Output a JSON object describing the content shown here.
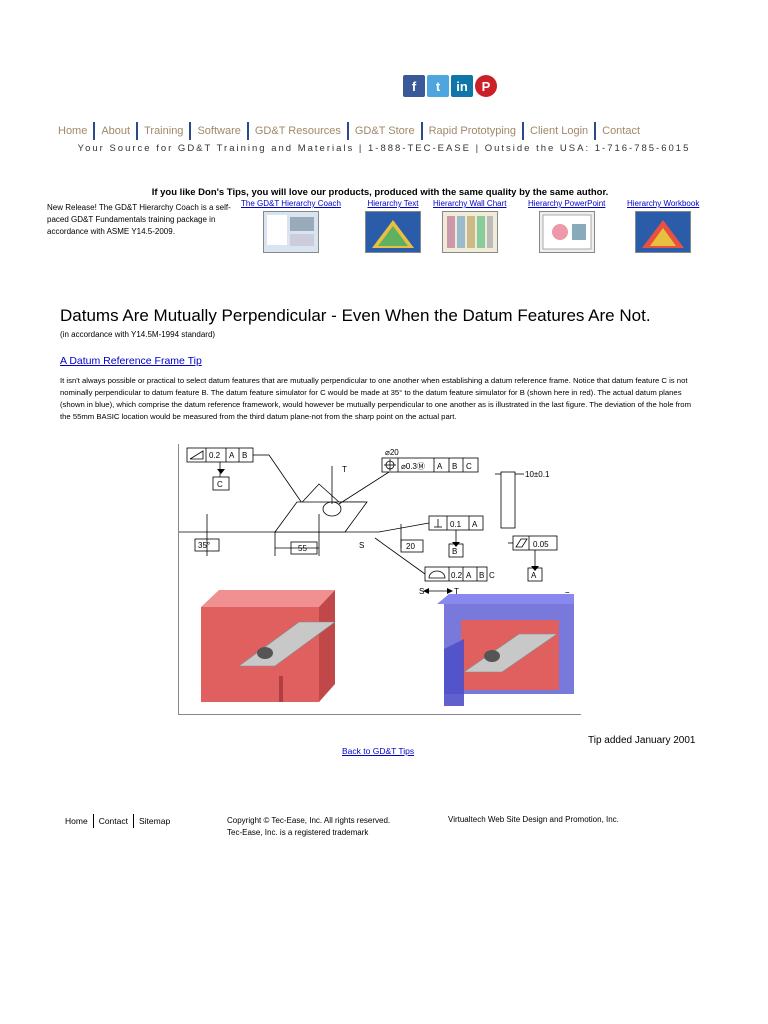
{
  "social": [
    {
      "name": "facebook-icon",
      "glyph": "f"
    },
    {
      "name": "twitter-icon",
      "glyph": "t"
    },
    {
      "name": "linkedin-icon",
      "glyph": "in"
    },
    {
      "name": "pinterest-icon",
      "glyph": "P"
    }
  ],
  "nav": [
    "Home",
    "About",
    "Training",
    "Software",
    "GD&T Resources",
    "GD&T Store",
    "Rapid Prototyping",
    "Client Login",
    "Contact"
  ],
  "tagline": "Your Source for GD&T Training and Materials | 1-888-TEC-EASE | Outside the USA: 1-716-785-6015",
  "promo": {
    "heading": "If you like Don's Tips, you will love our products, produced with the same quality by the same author.",
    "text": "New Release! The GD&T Hierarchy Coach is a self-paced GD&T Fundamentals training package in accordance with ASME Y14.5-2009.",
    "products": [
      "The GD&T Hierarchy Coach",
      "Hierarchy Text",
      "Hierarchy Wall Chart",
      "Hierarchy PowerPoint",
      "Hierarchy Workbook"
    ]
  },
  "article": {
    "title": "Datums Are Mutually Perpendicular - Even When the Datum Features Are Not.",
    "standard": "(in accordance with Y14.5M-1994 standard)",
    "tip_link": "A Datum Reference Frame Tip",
    "body": "It isn't always possible or practical to select datum features that are mutually perpendicular to one another when establishing a datum reference frame. Notice that datum feature C is not nominally perpendicular to datum feature B. The datum feature simulator for C would be made at 35° to the datum feature simulator for B (shown here in red). The actual datum planes (shown in blue), which comprise the datum reference framework, would however be mutually perpendicular to one another as is illustrated in the last figure. The deviation of the hole from the 55mm BASIC location would be measured from the third datum plane-not from the sharp point on the actual part."
  },
  "figure": {
    "fcf_top": [
      "0.2",
      "A",
      "B"
    ],
    "datum_c": "C",
    "angle": "35°",
    "dim_55": "55",
    "dim_20": "20",
    "hole_dia": "⌀20",
    "fcf_pos": [
      "⌀0.3Ⓜ",
      "A",
      "B",
      "C"
    ],
    "fcf_perp": [
      "0.1",
      "A"
    ],
    "datum_b": "B",
    "fcf_profile": [
      "0.2",
      "A",
      "B",
      "C"
    ],
    "thickness": "10±0.1",
    "fcf_flat": [
      "0.05"
    ],
    "datum_a": "A",
    "label_t": "T",
    "label_s": "S",
    "arrow_s": "S",
    "arrow_t": "T",
    "eq": "="
  },
  "tip_date": "Tip added January 2001",
  "back_link": "Back to GD&T Tips",
  "footer": {
    "nav": [
      "Home",
      "Contact",
      "Sitemap"
    ],
    "copyright": "Copyright © Tec-Ease, Inc. All rights reserved.",
    "trademark": "Tec-Ease, Inc. is a registered trademark",
    "design": "Virtualtech Web Site Design and Promotion, Inc."
  },
  "colors": {
    "nav_text": "#a0896a",
    "nav_sep": "#2a4a8a",
    "link": "#0000cc",
    "red_part": "#e06060",
    "blue_plane": "#5555cc"
  }
}
